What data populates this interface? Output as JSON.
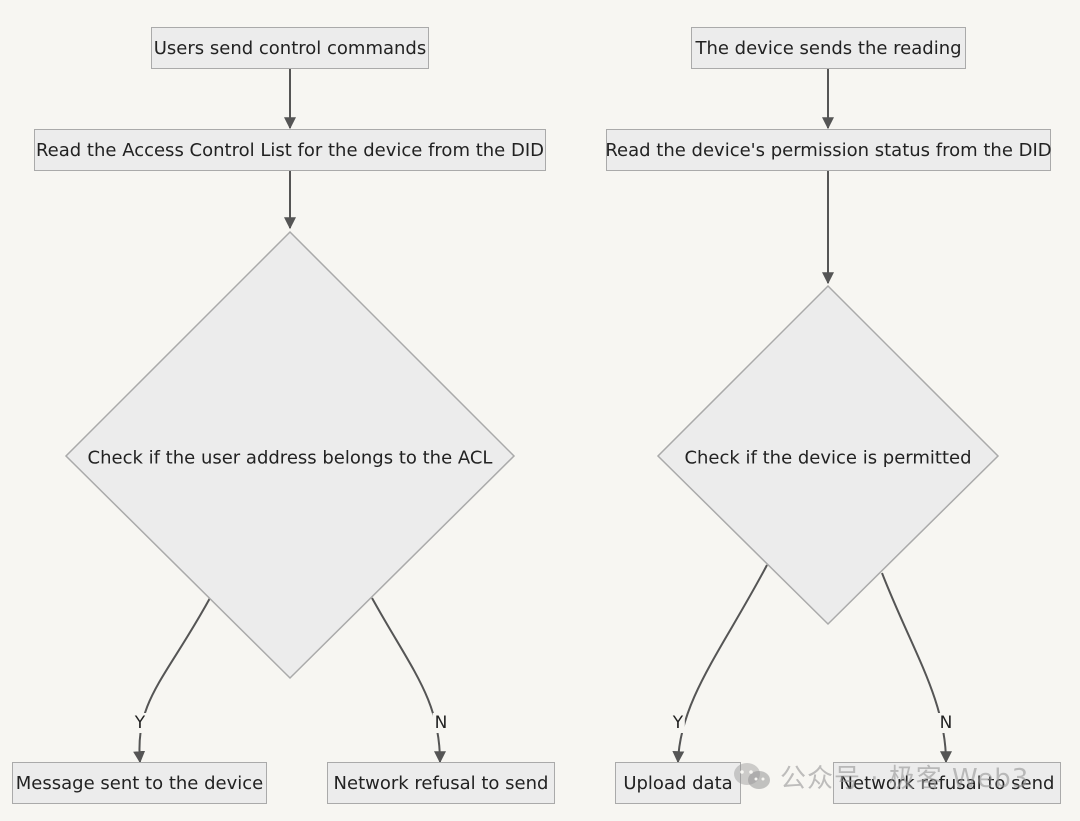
{
  "left_flow": {
    "start": "Users send control commands",
    "read_step": "Read the Access Control List for the device from the DID",
    "decision": "Check if the user address belongs to the ACL",
    "yes_label": "Y",
    "no_label": "N",
    "yes_result": "Message sent to the device",
    "no_result": "Network refusal to send"
  },
  "right_flow": {
    "start": "The device sends the reading",
    "read_step": "Read the device's permission status from the DID",
    "decision": "Check if the device is permitted",
    "yes_label": "Y",
    "no_label": "N",
    "yes_result": "Upload data",
    "no_result": "Network refusal to send"
  },
  "watermark": "公众号 · 极客 Web3",
  "watermark_icon": "wechat-icon",
  "colors": {
    "background": "#f7f6f2",
    "node_fill": "#ececec",
    "node_border": "#aaaaaa",
    "edge": "#555555"
  }
}
